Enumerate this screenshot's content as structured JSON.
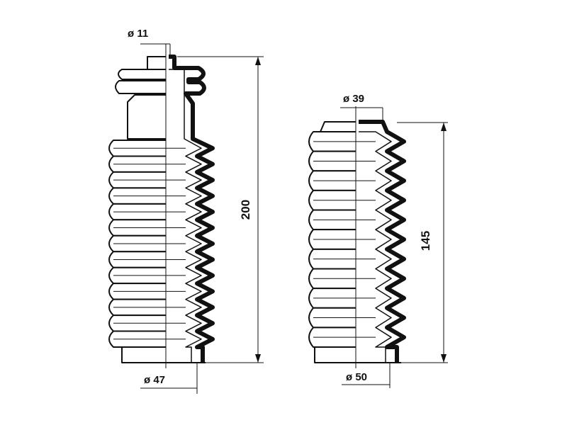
{
  "diagram": {
    "left_boot": {
      "top_diameter": "ø 11",
      "bottom_diameter": "ø 47",
      "height": "200"
    },
    "right_boot": {
      "top_diameter": "ø 39",
      "bottom_diameter": "ø 50",
      "height": "145"
    }
  },
  "colors": {
    "line": "#111111",
    "fill": "#ffffff"
  }
}
